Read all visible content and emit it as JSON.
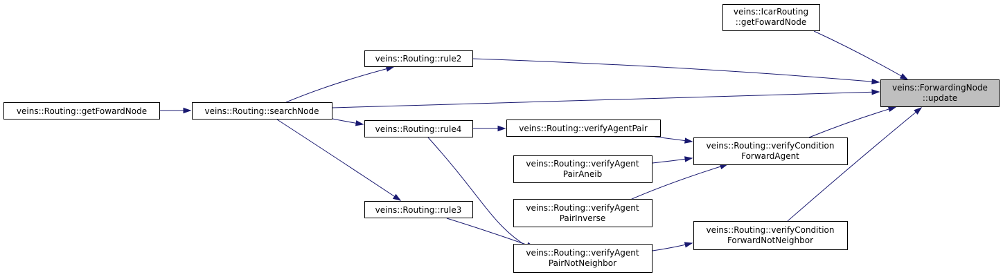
{
  "diagram": {
    "nodes": {
      "forwarding_update": {
        "line1": "veins::ForwardingNode",
        "line2": "::update"
      },
      "icar_getfowardnode": {
        "line1": "veins::IcarRouting",
        "line2": "::getFowardNode"
      },
      "rule2": {
        "line1": "veins::Routing::rule2"
      },
      "routing_getfowardnode": {
        "line1": "veins::Routing::getFowardNode"
      },
      "searchnode": {
        "line1": "veins::Routing::searchNode"
      },
      "rule4": {
        "line1": "veins::Routing::rule4"
      },
      "verifyagentpair": {
        "line1": "veins::Routing::verifyAgentPair"
      },
      "verifycondition_forwardagent": {
        "line1": "veins::Routing::verifyCondition",
        "line2": "ForwardAgent"
      },
      "verifyagent_pairaneib": {
        "line1": "veins::Routing::verifyAgent",
        "line2": "PairAneib"
      },
      "verifyagent_pairinverse": {
        "line1": "veins::Routing::verifyAgent",
        "line2": "PairInverse"
      },
      "rule3": {
        "line1": "veins::Routing::rule3"
      },
      "verifycondition_forwardnotneighbor": {
        "line1": "veins::Routing::verifyCondition",
        "line2": "ForwardNotNeighbor"
      },
      "verifyagent_pairnotneighbor": {
        "line1": "veins::Routing::verifyAgent",
        "line2": "PairNotNeighbor"
      }
    },
    "edges": [
      [
        "icar_getfowardnode",
        "forwarding_update"
      ],
      [
        "rule2",
        "forwarding_update"
      ],
      [
        "searchnode",
        "forwarding_update"
      ],
      [
        "verifycondition_forwardagent",
        "forwarding_update"
      ],
      [
        "verifycondition_forwardnotneighbor",
        "forwarding_update"
      ],
      [
        "searchnode",
        "rule2"
      ],
      [
        "routing_getfowardnode",
        "searchnode"
      ],
      [
        "searchnode",
        "rule4"
      ],
      [
        "searchnode",
        "rule3"
      ],
      [
        "rule4",
        "verifyagentpair"
      ],
      [
        "verifyagentpair",
        "verifycondition_forwardagent"
      ],
      [
        "verifyagent_pairaneib",
        "verifycondition_forwardagent"
      ],
      [
        "verifyagent_pairinverse",
        "verifycondition_forwardagent"
      ],
      [
        "verifyagent_pairnotneighbor",
        "verifycondition_forwardnotneighbor"
      ],
      [
        "rule4",
        "verifyagent_pairnotneighbor"
      ],
      [
        "rule3",
        "verifyagent_pairnotneighbor"
      ]
    ]
  },
  "colors": {
    "edge": "#191970",
    "focus_fill": "#bfbfbf",
    "node_fill": "#ffffff"
  }
}
